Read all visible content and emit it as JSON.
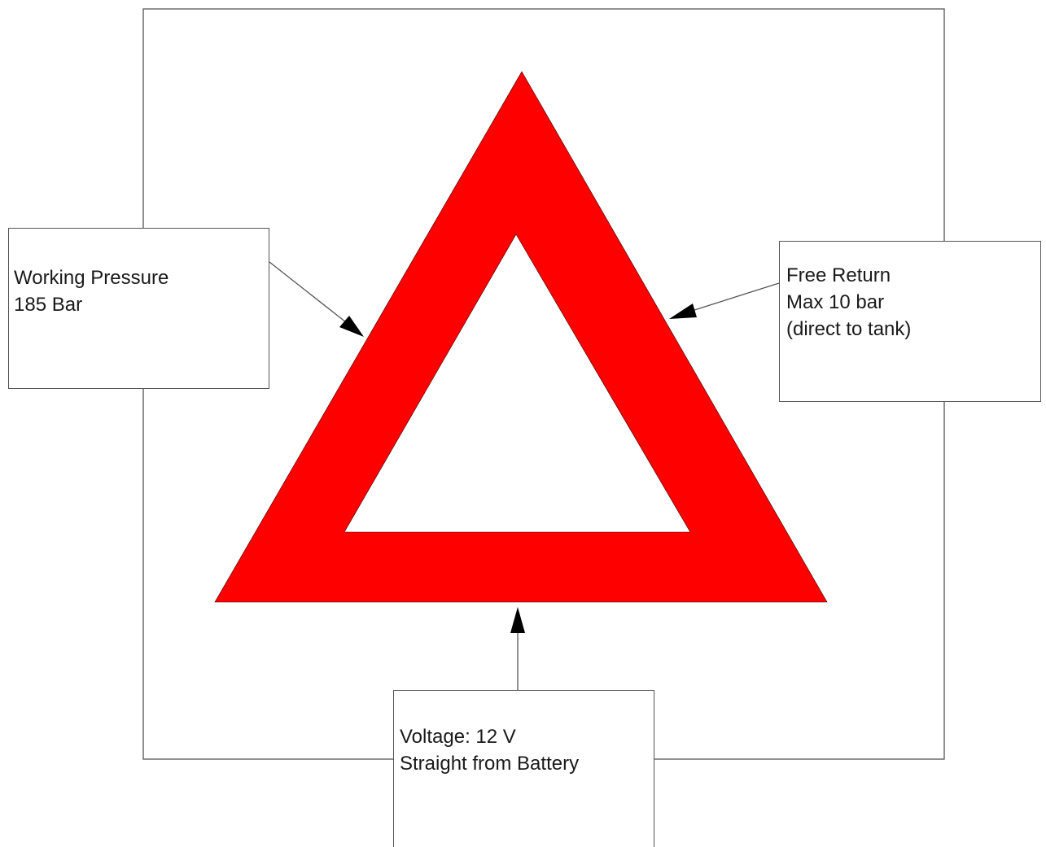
{
  "colors": {
    "warning_triangle": "#ff0000",
    "line": "#555555",
    "background": "#ffffff"
  },
  "labels": {
    "working_pressure": {
      "line1": "Working Pressure",
      "line2": "185 Bar"
    },
    "free_return": {
      "line1": "Free Return",
      "line2": "Max 10 bar",
      "line3": "(direct to tank)"
    },
    "voltage": {
      "line1": "Voltage: 12 V",
      "line2": "Straight from Battery"
    }
  }
}
